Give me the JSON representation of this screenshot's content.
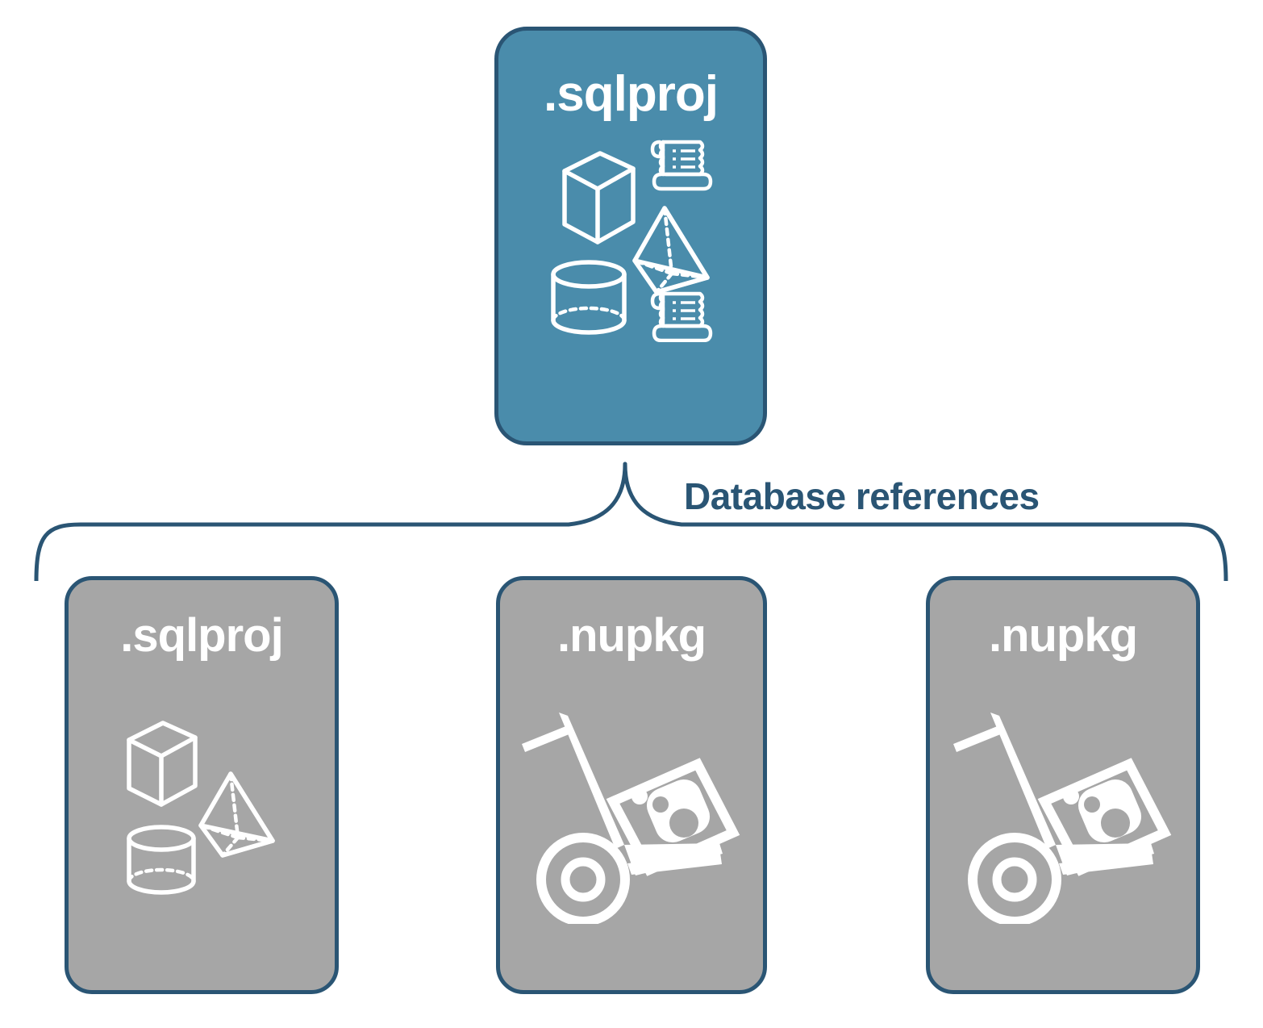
{
  "diagram": {
    "title": "SQL project database references diagram",
    "background_color": "#ffffff",
    "accent_color": "#4a8cab",
    "border_color": "#2a5574",
    "neutral_color": "#a6a6a6",
    "icon_color": "#ffffff"
  },
  "top_node": {
    "label": ".sqlproj",
    "fill_color": "#4a8cab",
    "text_color": "#ffffff",
    "icons": [
      "cube-wireframe-icon",
      "scroll-document-icon",
      "pyramid-wireframe-icon",
      "cylinder-wireframe-icon",
      "scroll-document-icon"
    ]
  },
  "connector": {
    "label": "Database references",
    "label_color": "#2a5574",
    "style": "curly-brace-bracket",
    "line_color": "#2a5574"
  },
  "children": [
    {
      "label": ".sqlproj",
      "fill_color": "#a6a6a6",
      "text_color": "#ffffff",
      "icons": [
        "cube-wireframe-icon",
        "pyramid-wireframe-icon",
        "cylinder-wireframe-icon"
      ]
    },
    {
      "label": ".nupkg",
      "fill_color": "#a6a6a6",
      "text_color": "#ffffff",
      "icons": [
        "nuget-hand-truck-icon"
      ]
    },
    {
      "label": ".nupkg",
      "fill_color": "#a6a6a6",
      "text_color": "#ffffff",
      "icons": [
        "nuget-hand-truck-icon"
      ]
    }
  ]
}
